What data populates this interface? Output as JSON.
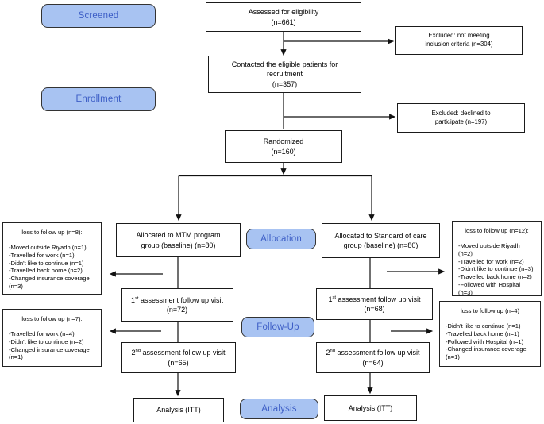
{
  "stages": {
    "screened": "Screened",
    "enrollment": "Enrollment",
    "allocation": "Allocation",
    "followup": "Follow-Up",
    "analysis": "Analysis"
  },
  "boxes": {
    "assessed": {
      "line1": "Assessed for eligibility",
      "line2": "(n=661)"
    },
    "excluded1": {
      "line1": "Excluded: not meeting",
      "line2": "inclusion criteria (n=304)"
    },
    "contacted": {
      "line1": "Contacted the eligible patients for",
      "line2": "recruitment",
      "line3": "(n=357)"
    },
    "excluded2": {
      "line1": "Excluded: declined to",
      "line2": "participate (n=197)"
    },
    "randomized": {
      "line1": "Randomized",
      "line2": "(n=160)"
    },
    "alloc_mtm": {
      "line1": "Allocated to MTM program",
      "line2": "group (baseline) (n=80)"
    },
    "alloc_soc": {
      "line1": "Allocated to Standard of care",
      "line2": "group (baseline) (n=80)"
    },
    "visit1_mtm": {
      "ord": "1",
      "sup": "st",
      "rest": " assessment follow up visit",
      "n": "(n=72)"
    },
    "visit1_soc": {
      "ord": "1",
      "sup": "st",
      "rest": " assessment follow up visit",
      "n": "(n=68)"
    },
    "visit2_mtm": {
      "ord": "2",
      "sup": "nd",
      "rest": " assessment follow up visit",
      "n": "(n=65)"
    },
    "visit2_soc": {
      "ord": "2",
      "sup": "nd",
      "rest": " assessment follow up visit",
      "n": "(n=64)"
    },
    "analysis_mtm": "Analysis (ITT)",
    "analysis_soc": "Analysis (ITT)"
  },
  "loss_panels": {
    "mtm_visit1": {
      "title": "loss to follow up (n=8):",
      "items": [
        "-Moved outside Riyadh (n=1)",
        "-Travelled for work (n=1)",
        "-Didn't like to continue (n=1)",
        "-Travelled back home (n=2)",
        "-Changed insurance coverage\n(n=3)"
      ]
    },
    "mtm_visit2": {
      "title": "loss to follow up (n=7):",
      "items": [
        "-Travelled for work (n=4)",
        "-Didn't like to continue (n=2)",
        "-Changed insurance coverage\n(n=1)"
      ]
    },
    "soc_visit1": {
      "title": "loss to follow up (n=12):",
      "items": [
        "-Moved outside Riyadh\n(n=2)",
        "-Travelled for work (n=2)",
        "-Didn't like to continue (n=3)",
        "-Travelled back home (n=2)",
        "-Followed with Hospital\n(n=3)"
      ]
    },
    "soc_visit2": {
      "title": "loss to follow up (n=4)",
      "items": [
        "-Didn't like to continue (n=1)",
        "-Travelled back home (n=1)",
        "-Followed with Hospital (n=1)",
        "-Changed insurance coverage\n(n=1)"
      ]
    }
  },
  "colors": {
    "stage_fill": "#a8c3f2",
    "stage_text": "#3d5ec6",
    "box_border": "#1a1a1a",
    "arrow": "#111111"
  }
}
